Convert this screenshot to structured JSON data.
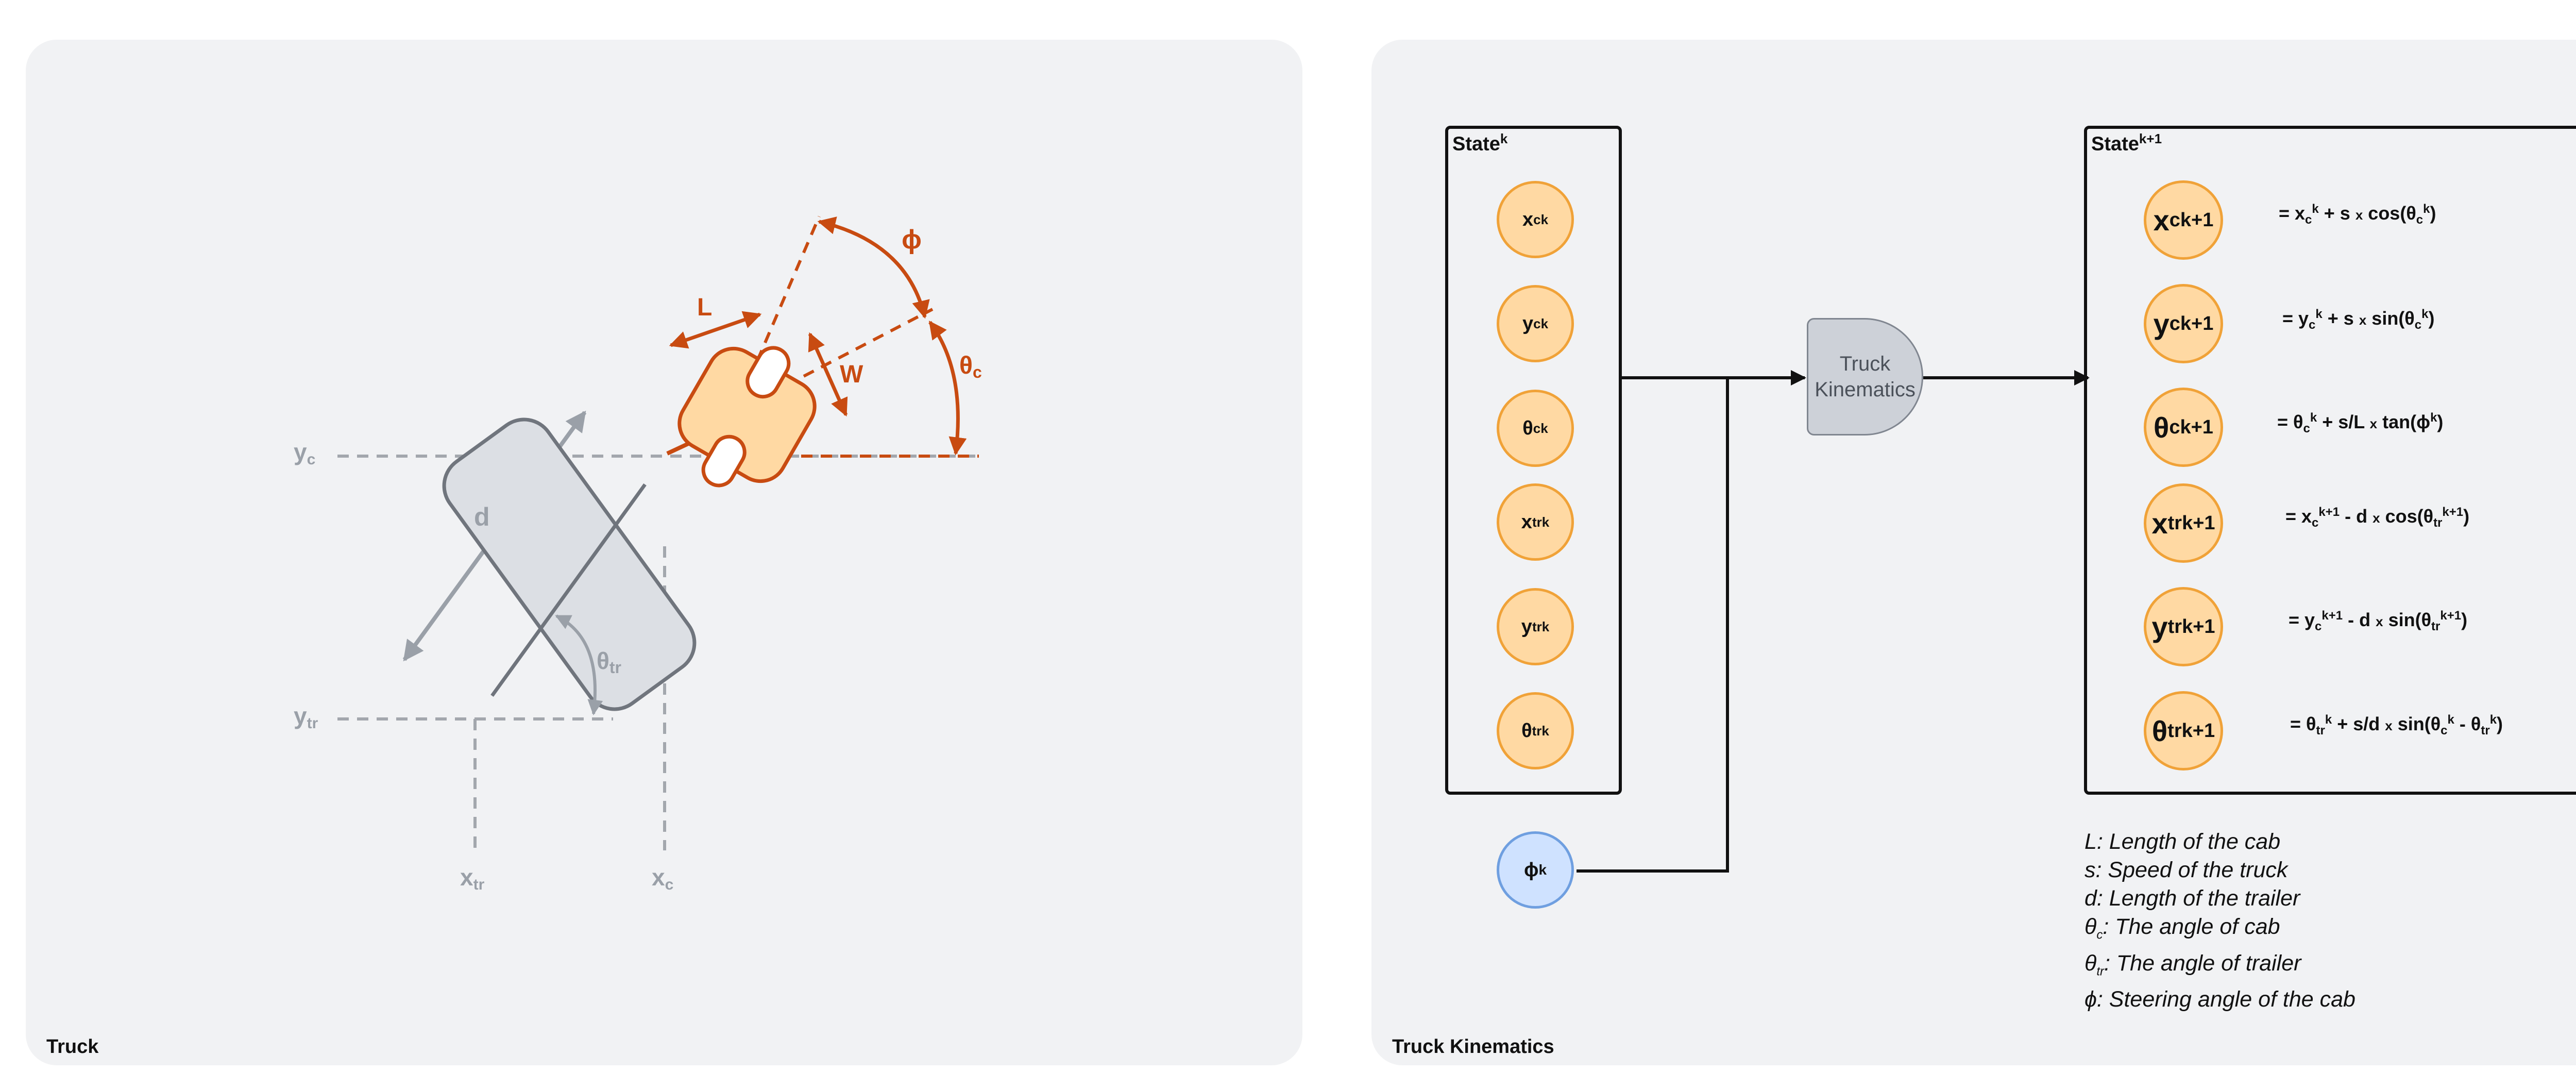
{
  "panels": {
    "left_title": "Truck",
    "right_title": "Truck Kinematics"
  },
  "truck_diagram": {
    "label_phi": "ϕ",
    "label_L": "L",
    "label_W": "W",
    "label_theta_c": "θ",
    "label_theta_c_sub": "c",
    "label_d": "d",
    "label_theta_tr": "θ",
    "label_theta_tr_sub": "tr",
    "label_yc": "y",
    "label_yc_sub": "c",
    "label_ytr": "y",
    "label_ytr_sub": "tr",
    "label_xtr": "x",
    "label_xtr_sub": "tr",
    "label_xc": "x",
    "label_xc_sub": "c"
  },
  "state_k": {
    "title": "State",
    "title_sup": "k",
    "vars": [
      {
        "base": "x",
        "sub": "c",
        "sup": "k"
      },
      {
        "base": "y",
        "sub": "c",
        "sup": "k"
      },
      {
        "base": "θ",
        "sub": "c",
        "sup": "k"
      },
      {
        "base": "x",
        "sub": "tr",
        "sup": "k"
      },
      {
        "base": "y",
        "sub": "tr",
        "sup": "k"
      },
      {
        "base": "θ",
        "sub": "tr",
        "sup": "k"
      }
    ]
  },
  "steering": {
    "base": "ϕ",
    "sup": "k"
  },
  "block": {
    "line1": "Truck",
    "line2": "Kinematics"
  },
  "state_k1": {
    "title": "State",
    "title_sup": "k+1",
    "vars": [
      {
        "base": "x",
        "sub": "c",
        "sup": "k+1"
      },
      {
        "base": "y",
        "sub": "c",
        "sup": "k+1"
      },
      {
        "base": "θ",
        "sub": "c",
        "sup": "k+1"
      },
      {
        "base": "x",
        "sub": "tr",
        "sup": "k+1"
      },
      {
        "base": "y",
        "sub": "tr",
        "sup": "k+1"
      },
      {
        "base": "θ",
        "sub": "tr",
        "sup": "k+1"
      }
    ]
  },
  "formulas": [
    "= x<sub>c</sub><sup>k</sup> + s <small>x</small> cos(θ<sub>c</sub><sup>k</sup>)",
    "= y<sub>c</sub><sup>k</sup> + s <small>x</small> sin(θ<sub>c</sub><sup>k</sup>)",
    "= θ<sub>c</sub><sup>k</sup> + s/L <small>x</small> tan(ϕ<sup>k</sup>)",
    "= x<sub>c</sub><sup>k+1</sup> - d <small>x</small> cos(θ<sub>tr</sub><sup>k+1</sup>)",
    "= y<sub>c</sub><sup>k+1</sup> - d <small>x</small> sin(θ<sub>tr</sub><sup>k+1</sup>)",
    "= θ<sub>tr</sub><sup>k</sup> + s/d <small>x</small> sin(θ<sub>c</sub><sup>k</sup> - θ<sub>tr</sub><sup>k</sup>)"
  ],
  "legend": [
    "L: Length of the cab",
    "s: Speed of the truck",
    "d: Length of the trailer",
    "θ<sub>c</sub>: The angle of cab",
    "θ<sub>tr</sub>: The angle of trailer",
    "ϕ: Steering angle of the cab"
  ]
}
